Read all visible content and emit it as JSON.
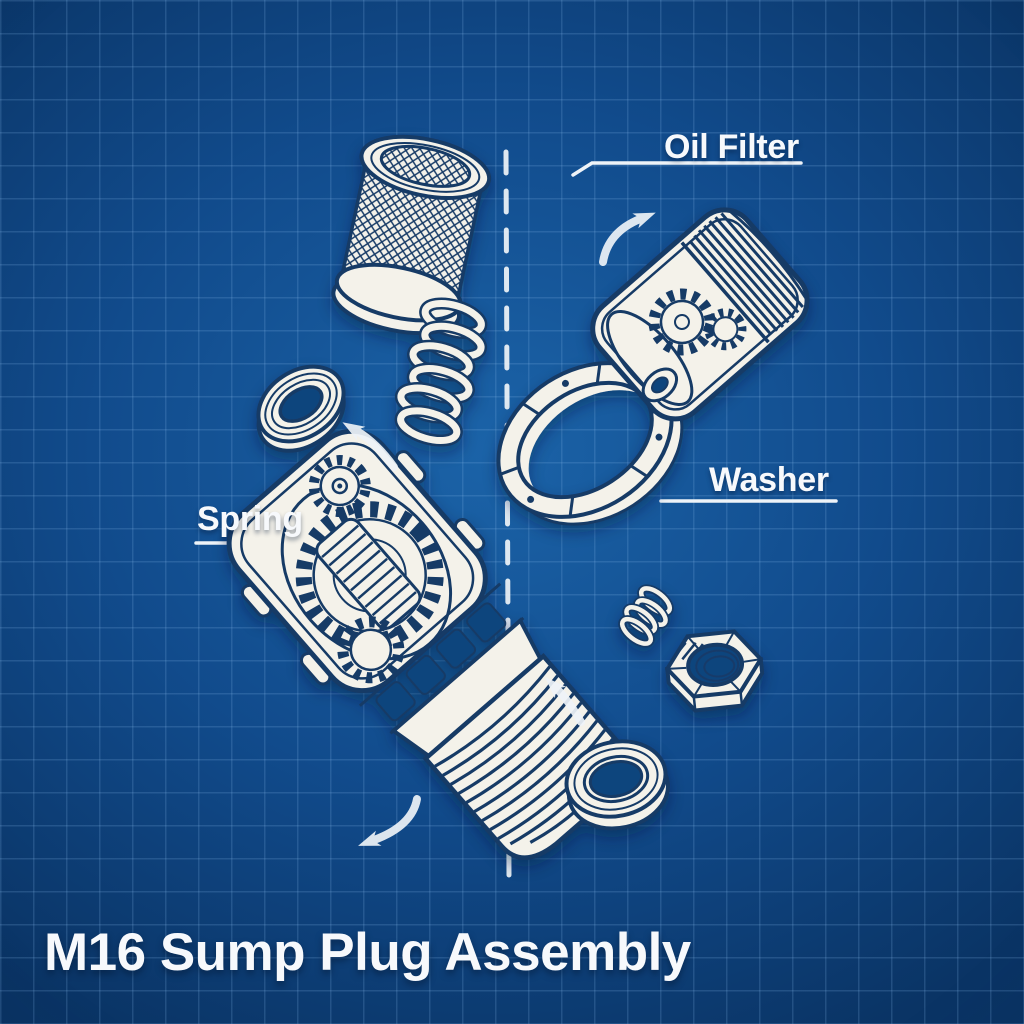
{
  "theme": {
    "bg_center": "#1b63a8",
    "bg_mid": "#114b8c",
    "bg_edge": "#0a3465",
    "grid_line": "rgba(130,180,230,0.20)",
    "ink": "#173a66",
    "paper": "#f4f2ea",
    "bright": "#eef3f8",
    "hole": "#10457d",
    "text": "#f7f9fc"
  },
  "title": "M16 Sump Plug Assembly",
  "labels": {
    "oil_filter": "Oil Filter",
    "washer": "Washer",
    "spring": "Spring"
  },
  "diagram": {
    "type": "exploded-assembly-blueprint",
    "parts": [
      "mesh-strainer",
      "coil-spring",
      "o-ring-seal",
      "sump-plug-body-cutaway",
      "oil-filter-cartridge-cutaway",
      "bearing-ring-washer",
      "small-spring",
      "hex-nut",
      "flat-washer"
    ]
  }
}
